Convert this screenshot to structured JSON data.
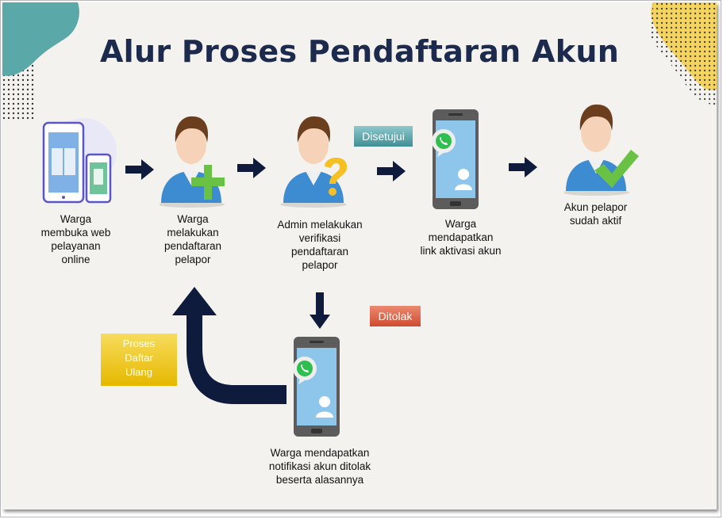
{
  "title": "Alur Proses Pendaftaran Akun",
  "steps": [
    {
      "label": "Warga\nmembuka web\npelayanan\nonline",
      "icon": "devices-icon"
    },
    {
      "label": "Warga\nmelakukan\npendaftaran\npelapor",
      "icon": "user-add-icon"
    },
    {
      "label": "Admin melakukan\nverifikasi\npendaftaran\npelapor",
      "icon": "user-question-icon"
    },
    {
      "label": "Warga\nmendapatkan\nlink aktivasi akun",
      "icon": "whatsapp-phone-icon"
    },
    {
      "label": "Akun pelapor\nsudah aktif",
      "icon": "user-check-icon"
    }
  ],
  "rejected_step": {
    "label": "Warga mendapatkan\nnotifikasi akun ditolak\nbeserta alasannya",
    "icon": "whatsapp-phone-icon"
  },
  "tags": {
    "approved": "Disetujui",
    "rejected": "Ditolak",
    "reregister": "Proses\nDaftar\nUlang"
  },
  "colors": {
    "title": "#1c2a4e",
    "arrow": "#0f1b3d",
    "approved_tag": "#4fa3a8",
    "rejected_tag": "#d9593f",
    "reregister_tag": "#f2c21b",
    "teal_blob": "#5aa8a8",
    "yellow_blob": "#f4d35e"
  }
}
